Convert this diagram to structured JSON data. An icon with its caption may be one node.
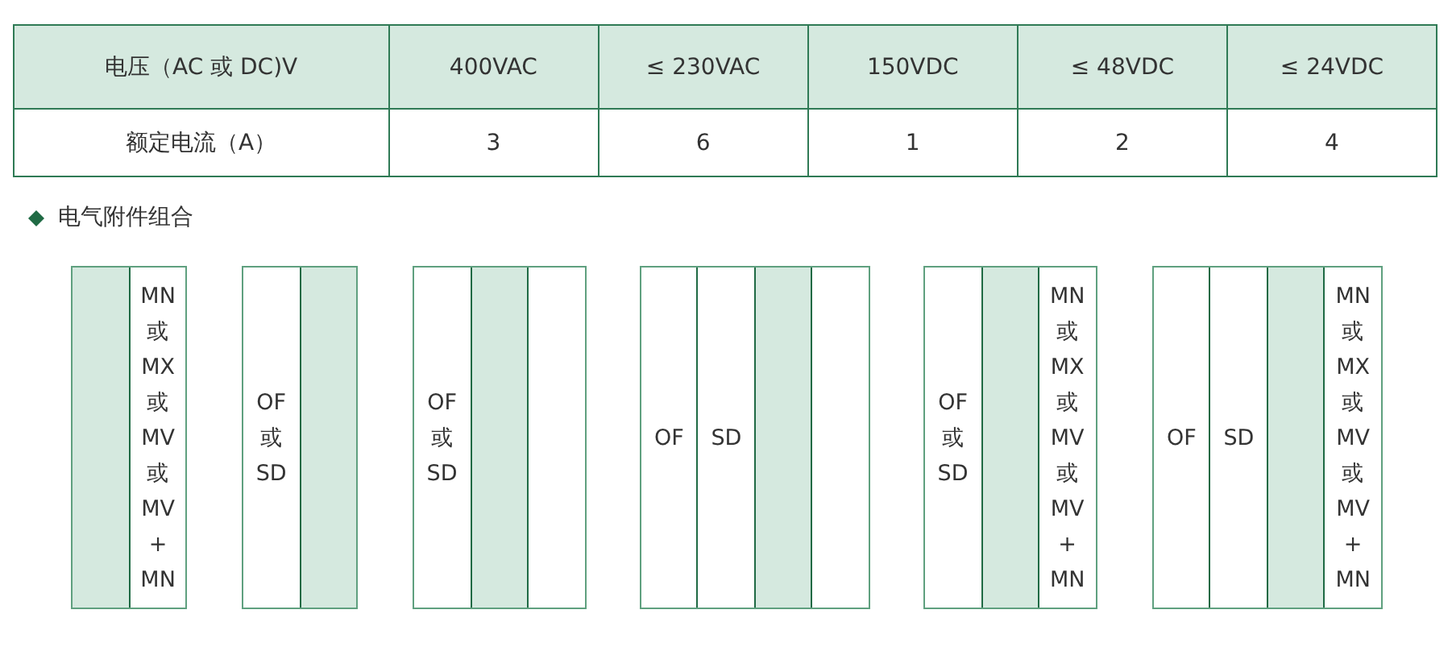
{
  "diagram": {
    "nodes": [
      {
        "text": [],
        "shape": "box"
      },
      {
        "text": [],
        "shape": "bar",
        "in": 0
      },
      {
        "text": [
          "MN 或 MX 或 MV 或 MV + MN"
        ],
        "in": 0
      },
      {
        "text": [],
        "shape": "box"
      },
      {
        "text": [
          "OF 或 SD"
        ],
        "in": 3
      },
      {
        "text": [],
        "shape": "bar",
        "in": 3
      },
      {
        "text": [],
        "shape": "box"
      },
      {
        "text": [
          "OF 或 SD"
        ],
        "in": 6
      },
      {
        "text": [],
        "shape": "bar",
        "in": 6
      },
      {
        "text": [],
        "shape": "box",
        "in": 6
      },
      {
        "text": [],
        "shape": "box"
      },
      {
        "text": [
          "OF"
        ],
        "in": 10
      },
      {
        "text": [
          "SD"
        ],
        "in": 10
      },
      {
        "text": [],
        "shape": "bar",
        "in": 10
      },
      {
        "text": [],
        "shape": "box",
        "in": 10
      },
      {
        "text": [],
        "shape": "box"
      },
      {
        "text": [
          "OF 或 SD"
        ],
        "in": 15
      },
      {
        "text": [],
        "shape": "bar",
        "in": 15
      },
      {
        "text": [
          "MN 或 MX 或 MV 或 MV + MN"
        ],
        "in": 15
      },
      {
        "text": [],
        "shape": "box"
      },
      {
        "text": [
          "OF"
        ],
        "in": 19
      },
      {
        "text": [
          "SD"
        ],
        "in": 19
      },
      {
        "text": [],
        "shape": "bar",
        "in": 19
      },
      {
        "text": [
          "MN 或 MX 或 MV 或 MV + MN"
        ],
        "in": 19
      }
    ],
    "labels": [
      "电压（AC 或 DC)V",
      "400VAC",
      "≤ 230VAC",
      "150VDC",
      "≤ 48VDC",
      "≤ 24VDC",
      "额定电流（A）",
      "3",
      "6",
      "1",
      "2",
      "4",
      "电气附件组合"
    ]
  }
}
